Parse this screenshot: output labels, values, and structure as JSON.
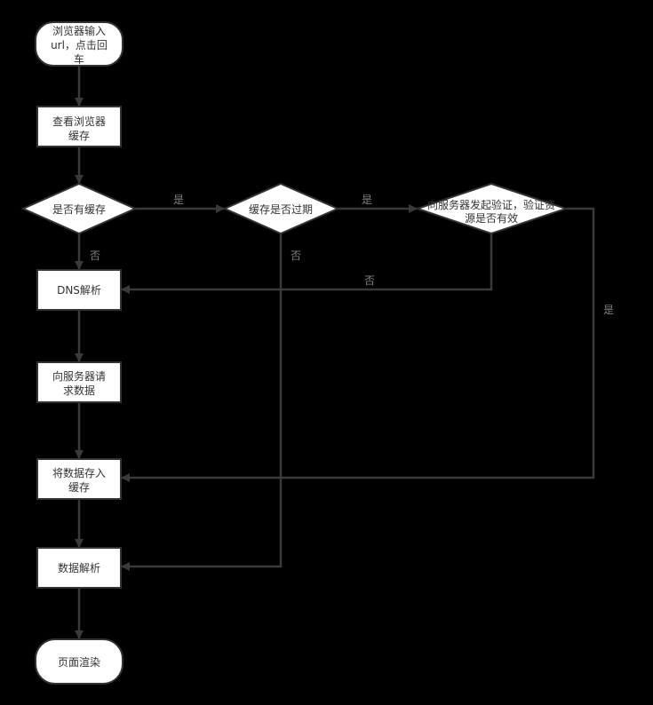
{
  "nodes": {
    "start": [
      "浏览器输入",
      "url，点击回",
      "车"
    ],
    "check_cache": [
      "查看浏览器",
      "缓存"
    ],
    "has_cache": [
      "是否有缓存"
    ],
    "cache_expired": [
      "缓存是否过期"
    ],
    "validate": [
      "向服务器发起验证，验证资",
      "源是否有效"
    ],
    "dns": [
      "DNS解析"
    ],
    "request": [
      "向服务器请",
      "求数据"
    ],
    "store": [
      "将数据存入",
      "缓存"
    ],
    "parse": [
      "数据解析"
    ],
    "render": [
      "页面渲染"
    ]
  },
  "edge_labels": {
    "has_cache_yes": "是",
    "expired_yes": "是",
    "has_cache_no": "否",
    "expired_no": "否",
    "validate_no": "否",
    "validate_yes": "是"
  },
  "colors": {
    "background": "#000000",
    "node_fill": "#ffffff",
    "edge": "#3a3a3a",
    "label": "#808080"
  }
}
